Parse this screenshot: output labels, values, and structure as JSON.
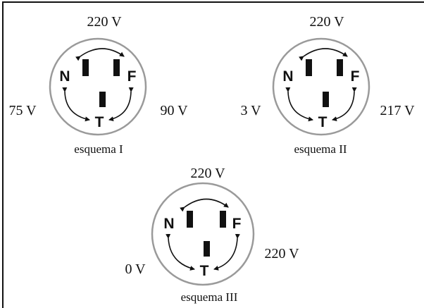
{
  "diagram": {
    "schemes": [
      {
        "id": "I",
        "caption": "esquema I",
        "voltage_top": "220 V",
        "voltage_left": "75 V",
        "voltage_right": "90 V",
        "terminals": {
          "left": "N",
          "right": "F",
          "bottom": "T"
        }
      },
      {
        "id": "II",
        "caption": "esquema II",
        "voltage_top": "220 V",
        "voltage_left": "3 V",
        "voltage_right": "217 V",
        "terminals": {
          "left": "N",
          "right": "F",
          "bottom": "T"
        }
      },
      {
        "id": "III",
        "caption": "esquema III",
        "voltage_top": "220 V",
        "voltage_left": "0 V",
        "voltage_right": "220 V",
        "terminals": {
          "left": "N",
          "right": "F",
          "bottom": "T"
        }
      }
    ]
  }
}
